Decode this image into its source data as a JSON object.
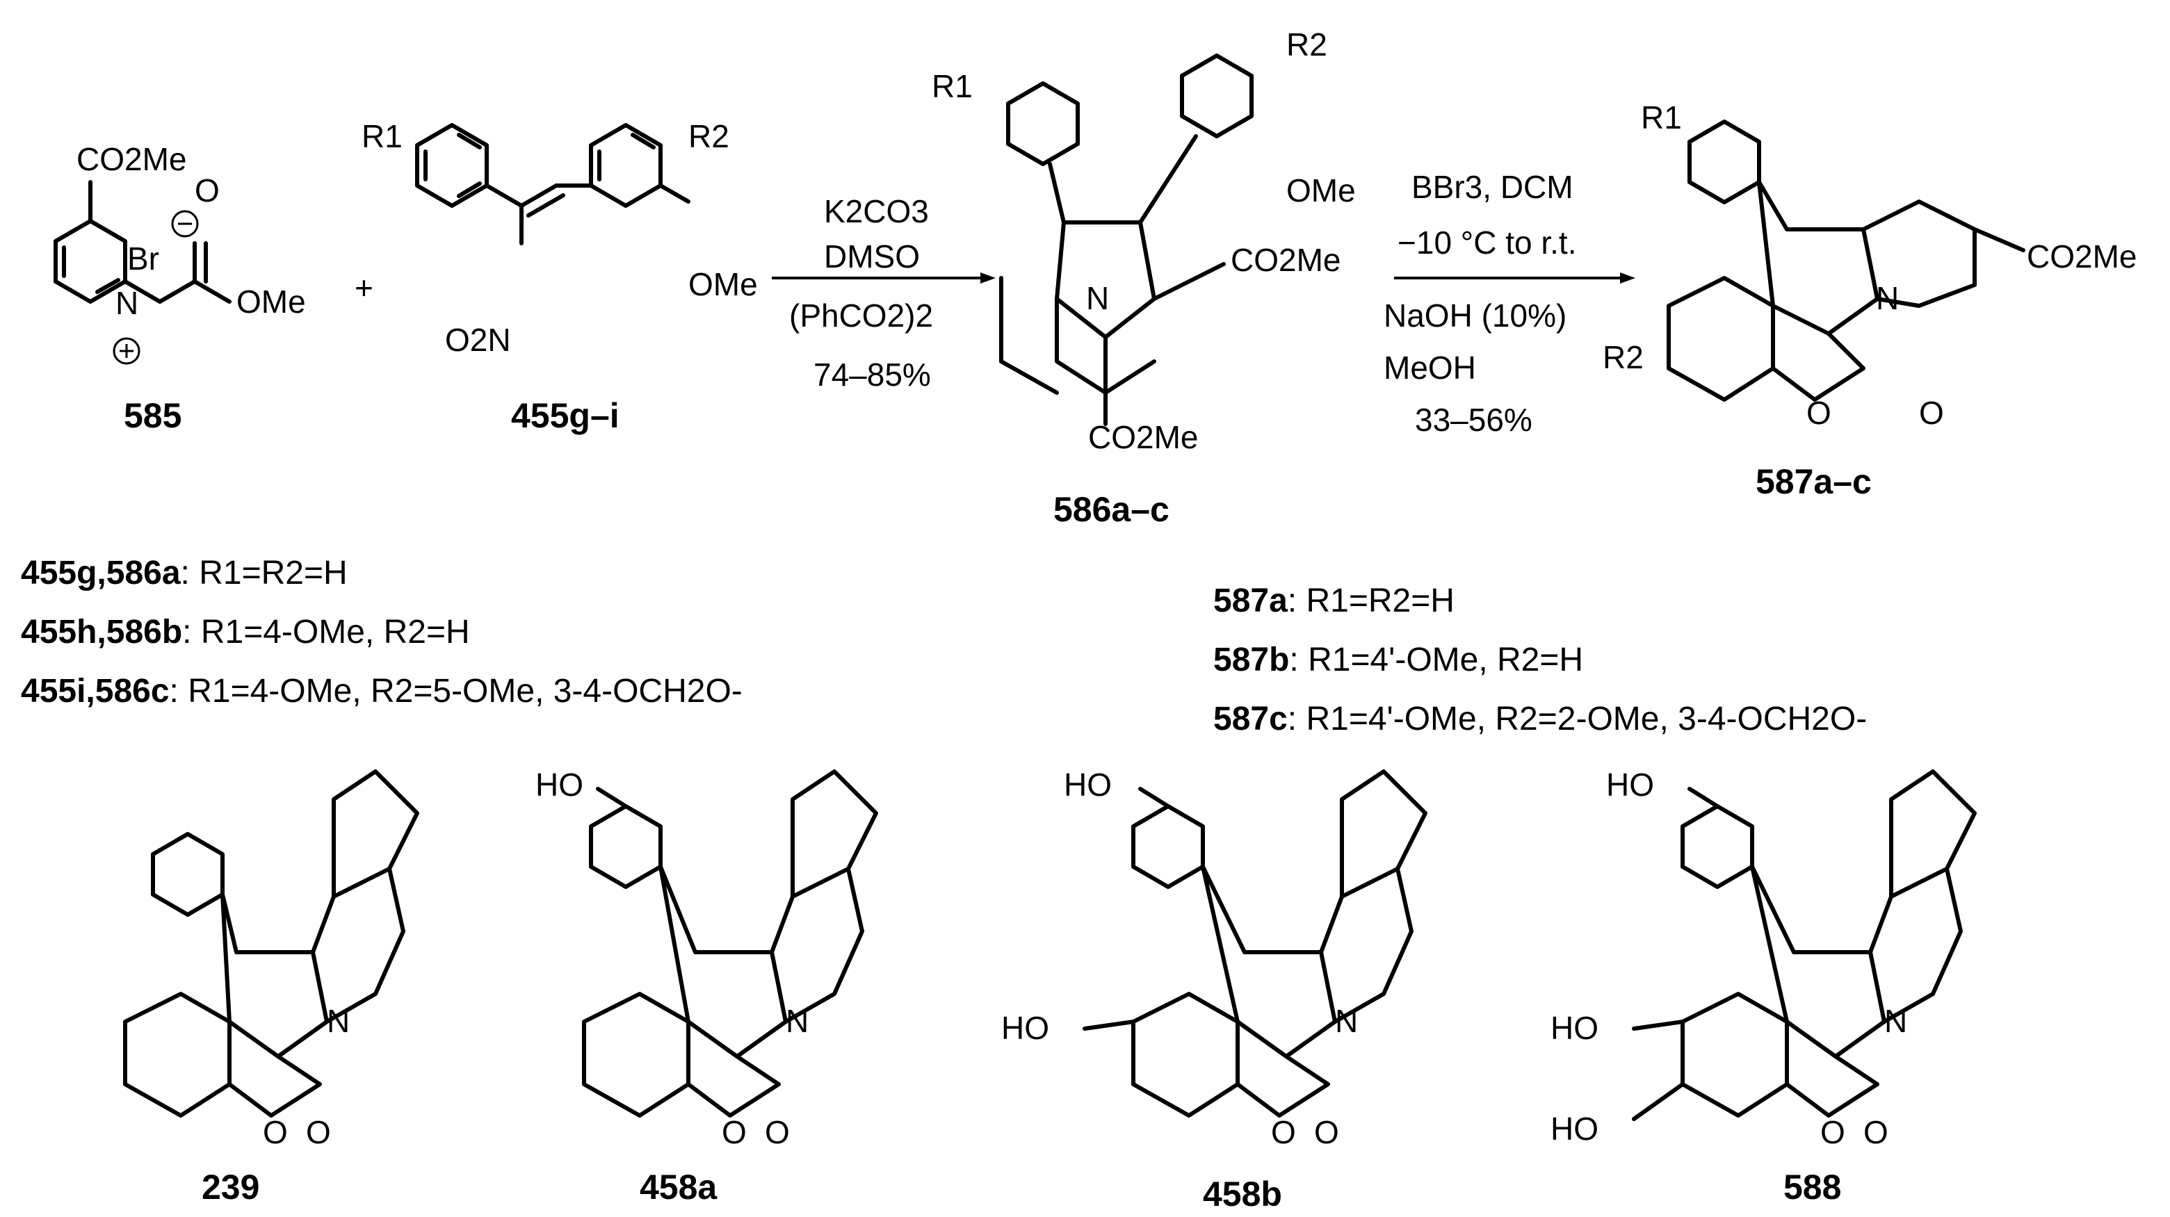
{
  "reagents": {
    "plus": "+",
    "step1": [
      "K2CO3",
      "DMSO",
      "(PhCO2)2",
      "74–85%"
    ],
    "step2": [
      "BBr3, DCM",
      "−10 °C to r.t.",
      "NaOH (10%)",
      "MeOH",
      "33–56%"
    ]
  },
  "compounds": {
    "c585": "585",
    "c455": "455g–i",
    "c586": "586a–c",
    "c587": "587a–c",
    "c239": "239",
    "c458a": "458a",
    "c458b": "458b",
    "c588": "588"
  },
  "atoms": {
    "co2me": "CO2Me",
    "ome": "OMe",
    "br": "Br",
    "minus": "−",
    "plus": "+",
    "n": "N",
    "o": "O",
    "o2n": "O2N",
    "r1": "R1",
    "r2": "R2",
    "ho": "HO"
  },
  "legend_left": [
    {
      "id": "455g,586a",
      "text": ": R1=R2=H"
    },
    {
      "id": "455h,586b",
      "text": ": R1=4-OMe, R2=H"
    },
    {
      "id": "455i,586c",
      "text": ": R1=4-OMe, R2=5-OMe, 3-4-OCH2O-"
    }
  ],
  "legend_right": [
    {
      "id": "587a",
      "text": ": R1=R2=H"
    },
    {
      "id": "587b",
      "text": ": R1=4'-OMe, R2=H"
    },
    {
      "id": "587c",
      "text": ": R1=4'-OMe, R2=2-OMe, 3-4-OCH2O-"
    }
  ]
}
